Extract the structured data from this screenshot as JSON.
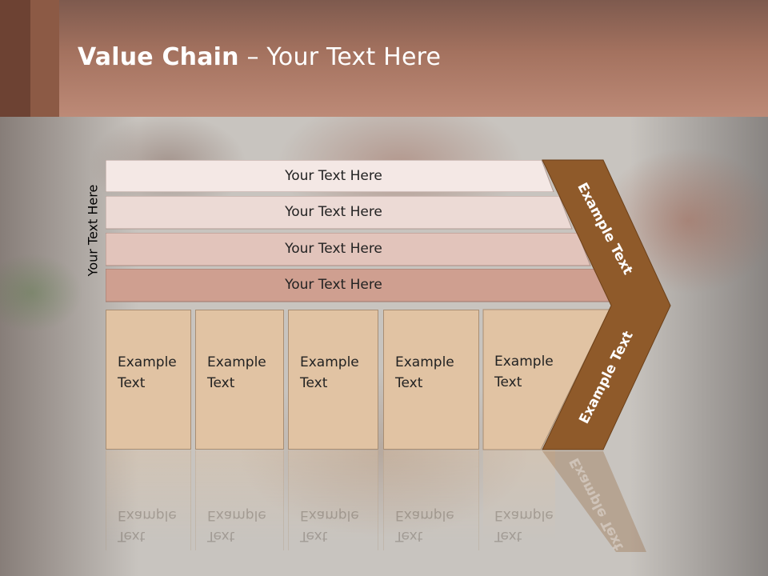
{
  "slide": {
    "title_bold": "Value Chain",
    "title_rest": " – Your Text Here",
    "vertical_label": "Your Text Here",
    "bands": [
      {
        "label": "Your Text Here",
        "color": "#f4e8e5"
      },
      {
        "label": "Your Text Here",
        "color": "#ecdad5"
      },
      {
        "label": "Your Text Here",
        "color": "#e2c4bb"
      },
      {
        "label": "Your Text Here",
        "color": "#cf9f90"
      }
    ],
    "boxes": [
      {
        "line1": "Example",
        "line2": "Text"
      },
      {
        "line1": "Example",
        "line2": "Text"
      },
      {
        "line1": "Example",
        "line2": "Text"
      },
      {
        "line1": "Example",
        "line2": "Text"
      },
      {
        "line1": "Example",
        "line2": "Text"
      }
    ],
    "arrow_top_label": "Example Text",
    "arrow_bottom_label": "Example Text",
    "arrow_color": "#8f5a2a",
    "box_color": "#e1c3a3"
  }
}
